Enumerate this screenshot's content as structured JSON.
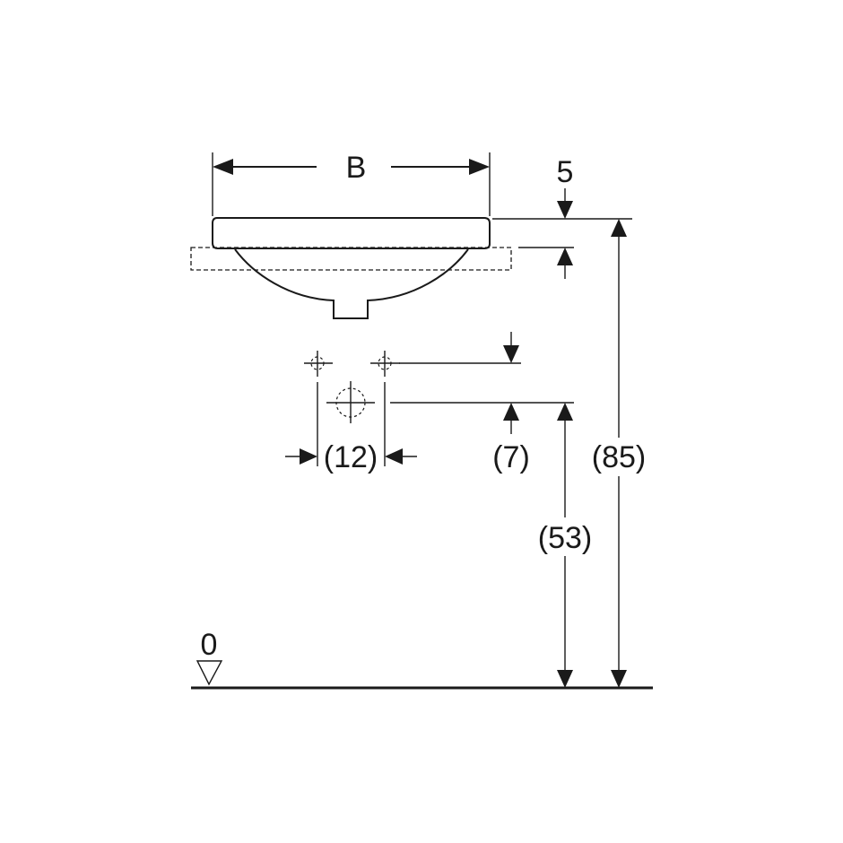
{
  "dimensions": {
    "width_label": "B",
    "rim_thickness": "5",
    "hole_spacing": "(12)",
    "hole_offset": "(7)",
    "overall_height": "(85)",
    "outlet_height": "(53)",
    "floor_level": "0"
  }
}
